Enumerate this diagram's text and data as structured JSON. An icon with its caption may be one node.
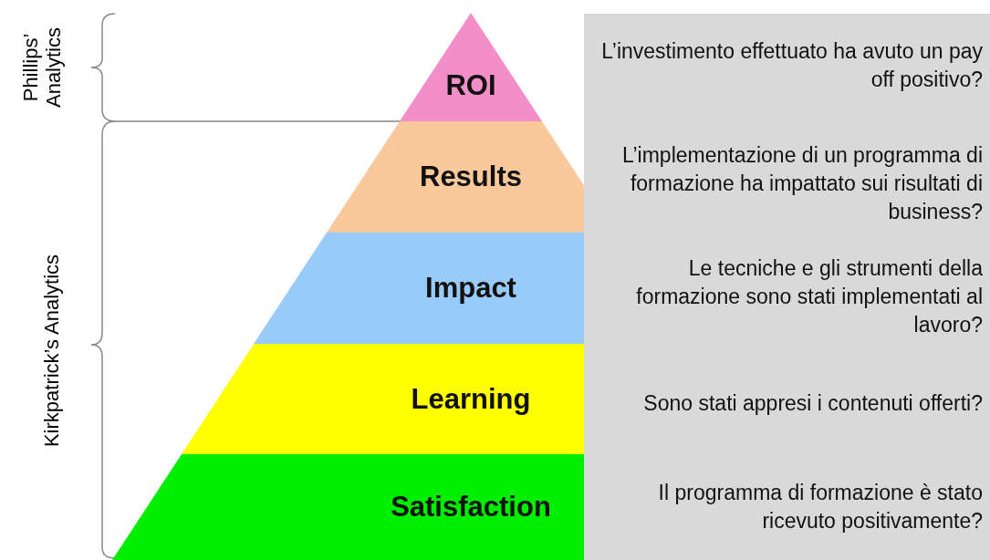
{
  "diagram": {
    "nodes": [
      {
        "text": [
          "ROI"
        ]
      },
      {
        "text": [
          "Results"
        ]
      },
      {
        "text": [
          "Impact"
        ]
      },
      {
        "text": [
          "Learning"
        ]
      },
      {
        "text": [
          "Satisfaction"
        ]
      },
      {
        "text": [
          "L’investimento effettuato ha avuto un pay off positivo?",
          "L’implementazione di un programma di formazione  ha impattato sui risultati di business?",
          "Le tecniche e gli strumenti della formazione sono stati implementati al lavoro?",
          "Sono stati appresi i contenuti offerti?",
          "Il programma di formazione è stato ricevuto positivamente?"
        ]
      }
    ],
    "edges": [],
    "labels": [
      "Phillips’ Analytics",
      "Kirkpatrick’s Analytics"
    ]
  }
}
